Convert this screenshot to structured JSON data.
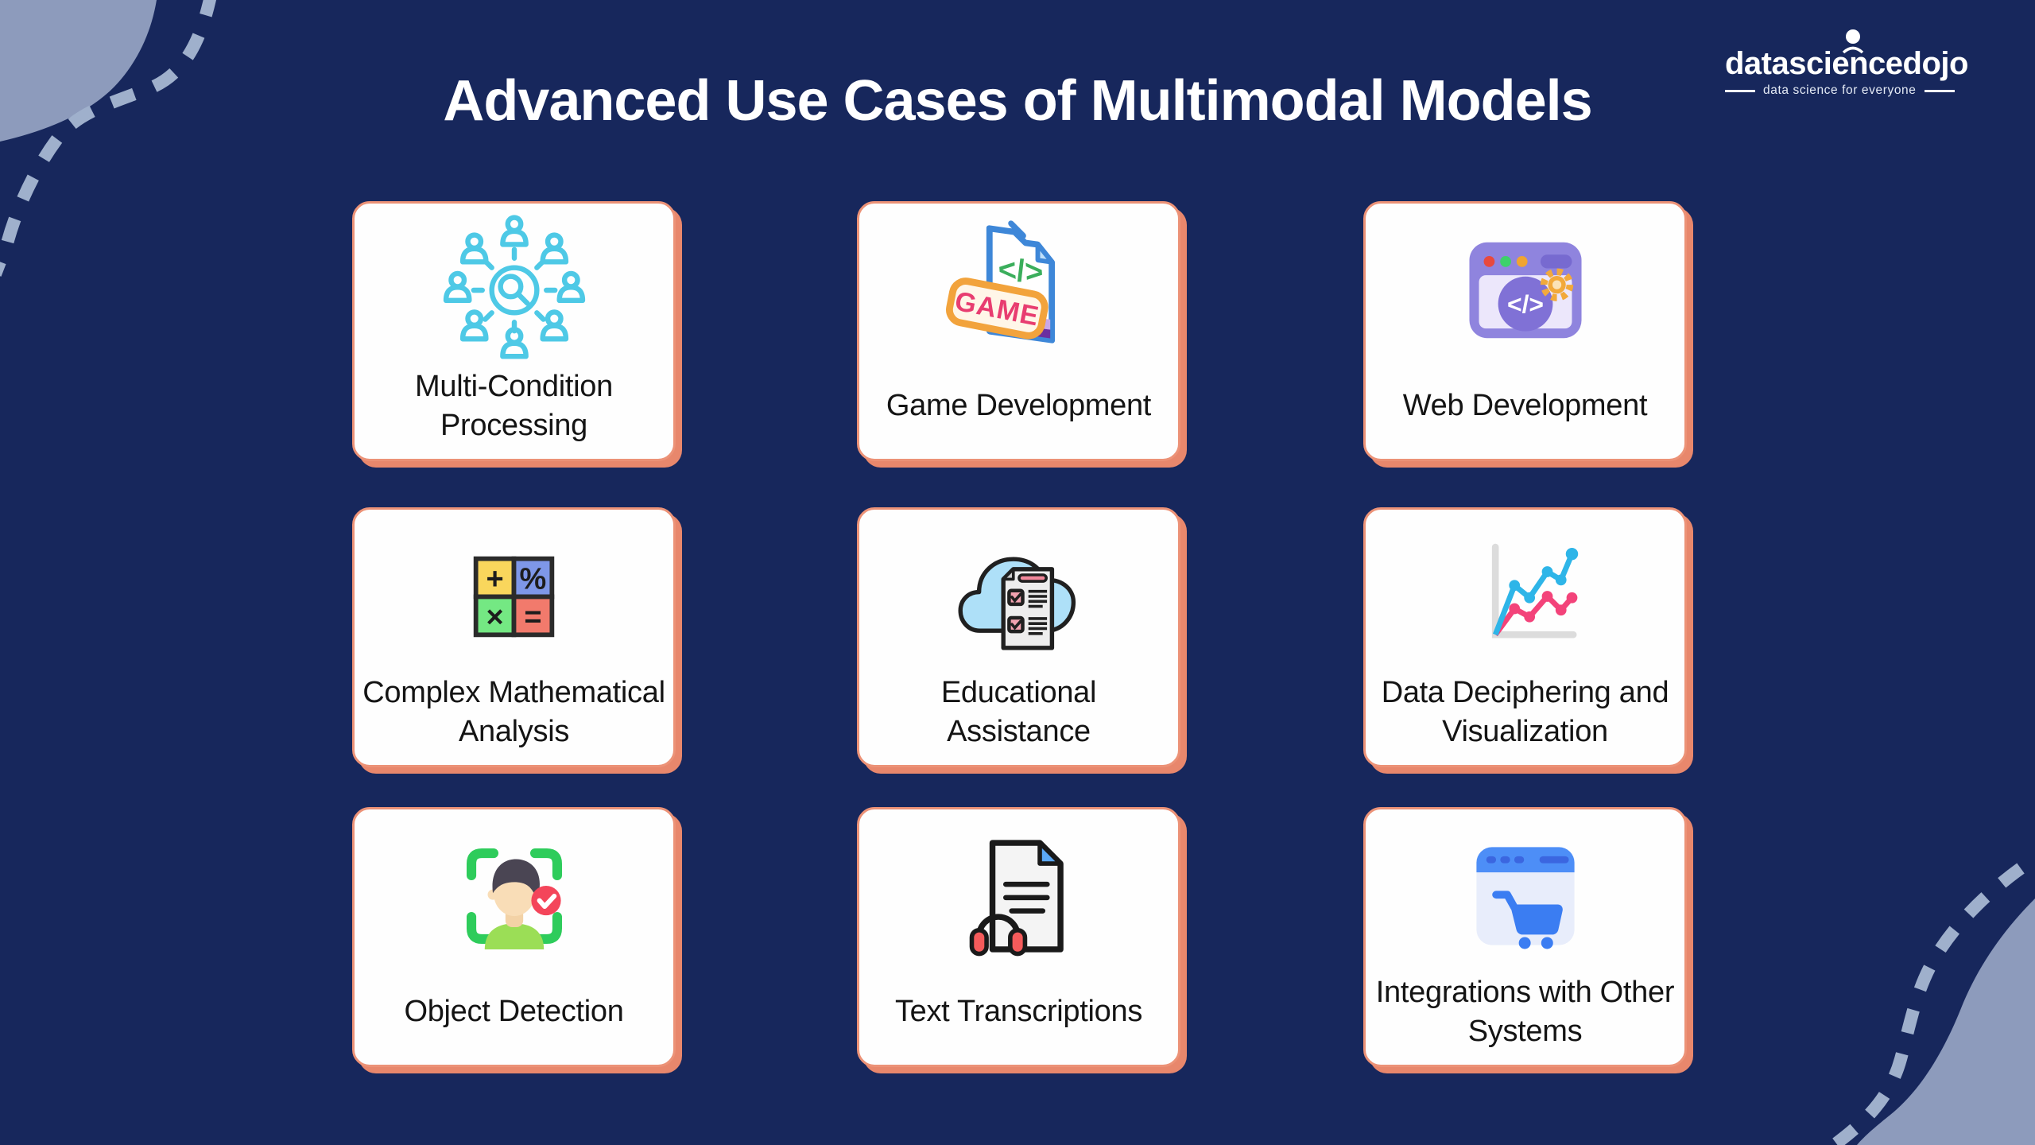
{
  "page": {
    "title": "Advanced Use Cases of Multimodal Models",
    "background_color": "#17275C",
    "card_background": "#FEFEFE",
    "card_accent_color": "#E8876C",
    "corner_blob_color": "#8D9BBC",
    "dashed_curve_color": "#9FB0CC",
    "label_color": "#141414"
  },
  "logo": {
    "brand": "datasciencedojo",
    "tagline": "data science for everyone"
  },
  "icons": {
    "game_badge_text": "GAME",
    "code_glyph": "</>",
    "math_symbols": [
      "+",
      "%",
      "×",
      "="
    ]
  },
  "cards": [
    {
      "label": "Multi-Condition Processing",
      "icon": "people-network-search-icon"
    },
    {
      "label": "Game Development",
      "icon": "game-file-icon"
    },
    {
      "label": "Web Development",
      "icon": "browser-code-gear-icon"
    },
    {
      "label": "Complex Mathematical Analysis",
      "icon": "math-operations-icon"
    },
    {
      "label": "Educational Assistance",
      "icon": "cloud-checklist-icon"
    },
    {
      "label": "Data Deciphering and Visualization",
      "icon": "line-chart-icon"
    },
    {
      "label": "Object Detection",
      "icon": "face-detection-icon"
    },
    {
      "label": "Text Transcriptions",
      "icon": "document-headphones-icon"
    },
    {
      "label": "Integrations with Other Systems",
      "icon": "browser-cart-icon"
    }
  ]
}
